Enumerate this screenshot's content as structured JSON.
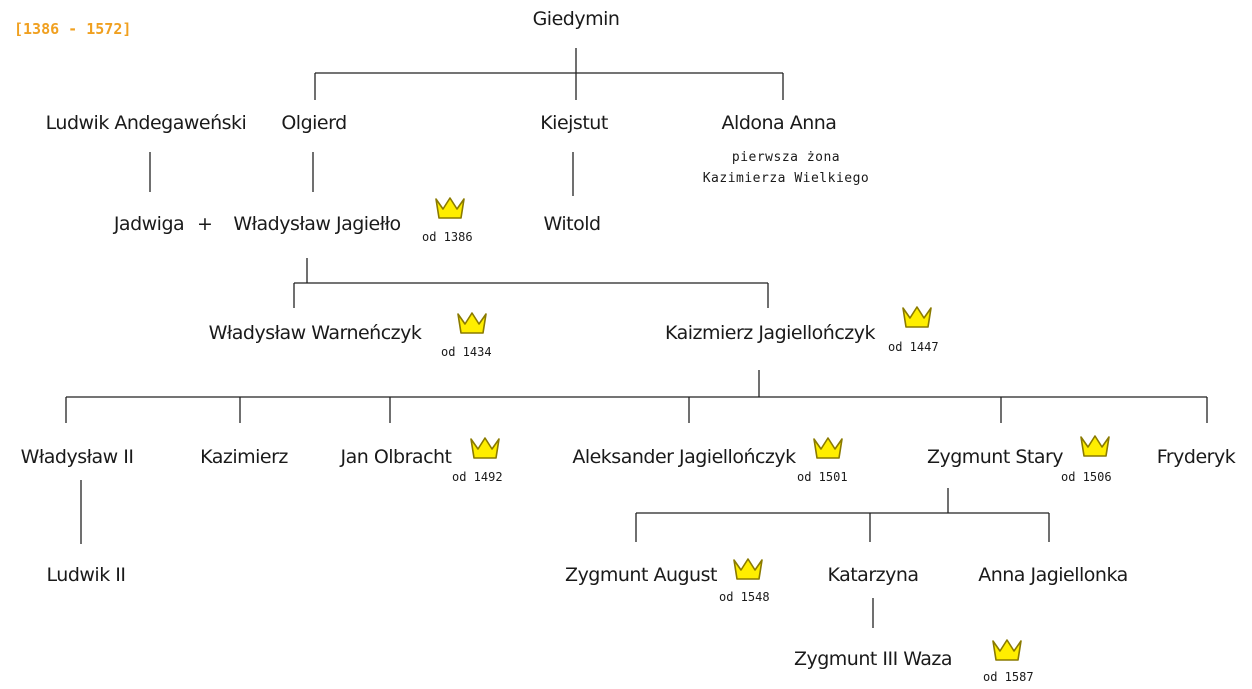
{
  "title": "[1386 - 1572]",
  "nodes": {
    "giedymin": "Giedymin",
    "ludwik_andegawenski": "Ludwik Andegaweński",
    "olgierd": "Olgierd",
    "kiejstut": "Kiejstut",
    "aldona_anna": "Aldona Anna",
    "aldona_note_1": "pierwsza żona",
    "aldona_note_2": "Kazimierza Wielkiego",
    "jadwiga": "Jadwiga",
    "plus": "+",
    "wladyslaw_jagiello": "Władysław Jagiełło",
    "witold": "Witold",
    "wladyslaw_warnenczyk": "Władysław Warneńczyk",
    "kazimierz_jagiellonczyk": "Kaizmierz Jagiellończyk",
    "wladyslaw_ii": "Władysław II",
    "kazimierz": "Kazimierz",
    "jan_olbracht": "Jan Olbracht",
    "aleksander_jagiellonczyk": "Aleksander Jagiellończyk",
    "zygmunt_stary": "Zygmunt Stary",
    "fryderyk": "Fryderyk",
    "ludwik_ii": "Ludwik II",
    "zygmunt_august": "Zygmunt August",
    "katarzyna": "Katarzyna",
    "anna_jagiellonka": "Anna Jagiellonka",
    "zygmunt_iii_waza": "Zygmunt III Waza"
  },
  "reigns": {
    "wladyslaw_jagiello": "od 1386",
    "wladyslaw_warnenczyk": "od 1434",
    "kazimierz_jagiellonczyk": "od 1447",
    "jan_olbracht": "od 1492",
    "aleksander_jagiellonczyk": "od 1501",
    "zygmunt_stary": "od 1506",
    "zygmunt_august": "od 1548",
    "zygmunt_iii_waza": "od 1587"
  },
  "colors": {
    "crown_fill": "#ffee00",
    "crown_stroke": "#8a7a00",
    "title": "#f0a020",
    "lines": "#222222"
  },
  "icon": "crown-icon"
}
